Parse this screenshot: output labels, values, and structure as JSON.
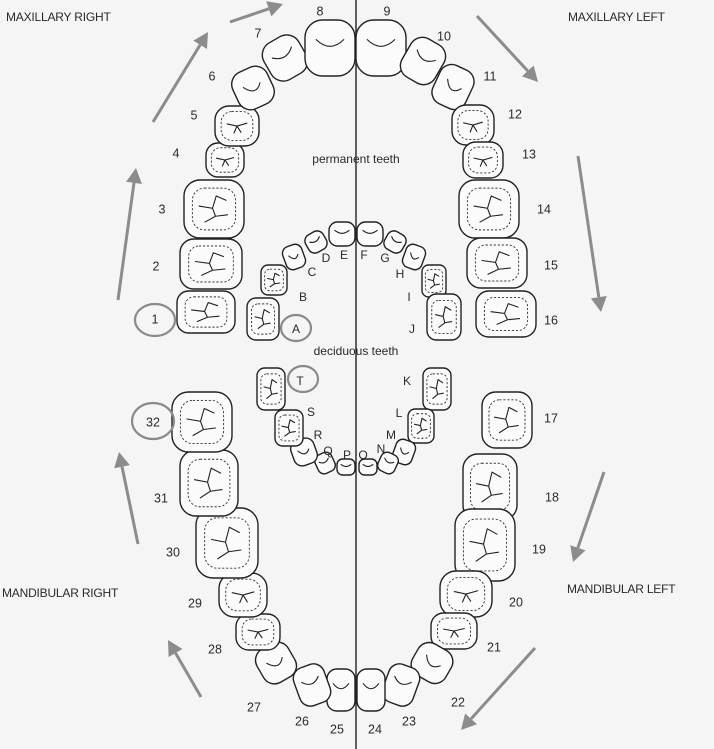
{
  "quadrants": {
    "maxillary_right": "MAXILLARY RIGHT",
    "maxillary_left": "MAXILLARY LEFT",
    "mandibular_right": "MANDIBULAR RIGHT",
    "mandibular_left": "MANDIBULAR LEFT"
  },
  "sections": {
    "permanent": "permanent teeth",
    "deciduous": "deciduous teeth"
  },
  "permanent_numbers": [
    "1",
    "2",
    "3",
    "4",
    "5",
    "6",
    "7",
    "8",
    "9",
    "10",
    "11",
    "12",
    "13",
    "14",
    "15",
    "16",
    "17",
    "18",
    "19",
    "20",
    "21",
    "22",
    "23",
    "24",
    "25",
    "26",
    "27",
    "28",
    "29",
    "30",
    "31",
    "32"
  ],
  "deciduous_letters": [
    "A",
    "B",
    "C",
    "D",
    "E",
    "F",
    "G",
    "H",
    "I",
    "J",
    "K",
    "L",
    "M",
    "N",
    "O",
    "P",
    "Q",
    "R",
    "S",
    "T"
  ],
  "highlighted": [
    "1",
    "32",
    "A",
    "T"
  ],
  "colors": {
    "arrow": "#8c8c8c",
    "outline": "#222222",
    "circle": "#8a8a8a"
  }
}
